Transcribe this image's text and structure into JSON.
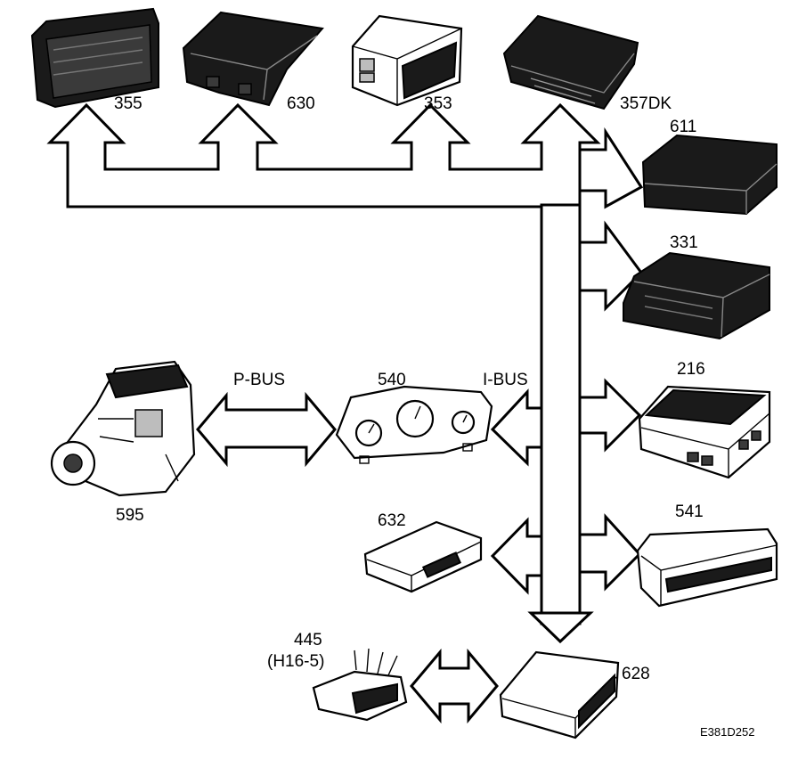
{
  "diagram": {
    "drawing_code": "E381D252",
    "bus_labels": {
      "p_bus": "P-BUS",
      "i_bus": "I-BUS"
    },
    "modules": {
      "m355": "355",
      "m630": "630",
      "m353": "353",
      "m357dk": "357DK",
      "m611": "611",
      "m331": "331",
      "m216": "216",
      "m540": "540",
      "m595": "595",
      "m632": "632",
      "m541": "541",
      "m445": "445",
      "m445_sub": "(H16-5)",
      "m628": "628"
    }
  }
}
